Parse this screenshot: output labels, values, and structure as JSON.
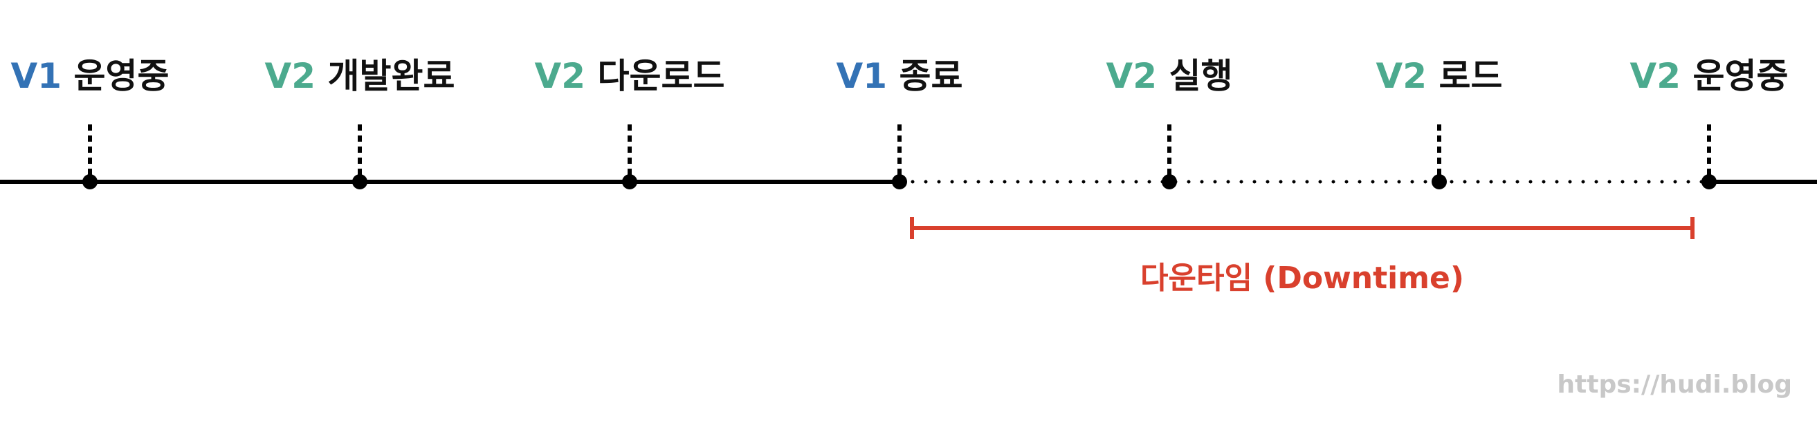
{
  "events": [
    {
      "version": "V1",
      "label": "운영중"
    },
    {
      "version": "V2",
      "label": "개발완료"
    },
    {
      "version": "V2",
      "label": "다운로드"
    },
    {
      "version": "V1",
      "label": "종료"
    },
    {
      "version": "V2",
      "label": "실행"
    },
    {
      "version": "V2",
      "label": "로드"
    },
    {
      "version": "V2",
      "label": "운영중"
    }
  ],
  "downtime": {
    "label": "다운타임 (Downtime)"
  },
  "watermark": "https://hudi.blog",
  "colors": {
    "V1": "#3372b5",
    "V2": "#4caa8e",
    "text": "#111111",
    "timeline": "#000000",
    "downtime": "#d9402d",
    "watermark": "#c8c8c8"
  }
}
